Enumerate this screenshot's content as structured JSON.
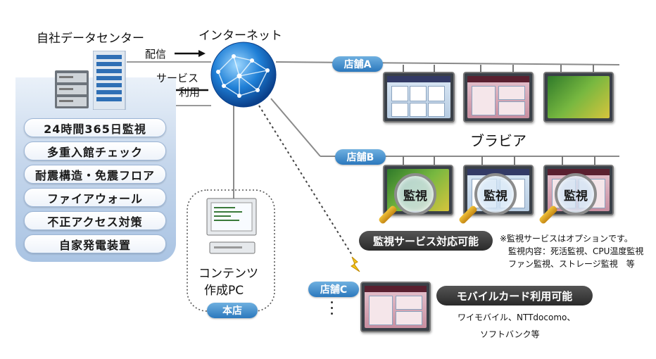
{
  "datacenter": {
    "title": "自社データセンター",
    "features": [
      "24時間365日監視",
      "多重入館チェック",
      "耐震構造・免震フロア",
      "ファイアウォール",
      "不正アクセス対策",
      "自家発電装置"
    ]
  },
  "internet": {
    "label": "インターネット"
  },
  "arrows": {
    "delivery": "配信",
    "service_line1": "サービス",
    "service_line2": "利用"
  },
  "stores": {
    "a": "店舗A",
    "b": "店舗B",
    "c": "店舗C"
  },
  "product_label": "ブラビア",
  "monitor_tag": "監視",
  "monitor_service": "監視サービス対応可能",
  "notes": [
    "※監視サービスはオプションです。",
    "監視内容：死活監視、CPU温度監視",
    "ファン監視、ストレージ監視　等"
  ],
  "mobile": {
    "label": "モバイルカード利用可能",
    "line1": "ワイモバイル、NTTdocomo、",
    "line2": "ソフトバンク等"
  },
  "headquarters": {
    "pc_line1": "コンテンツ",
    "pc_line2": "作成PC",
    "label": "本店"
  },
  "colors": {
    "accent_blue": "#2b78bd",
    "panel_blue": "#aac4e3",
    "dark_pill": "#333333"
  }
}
